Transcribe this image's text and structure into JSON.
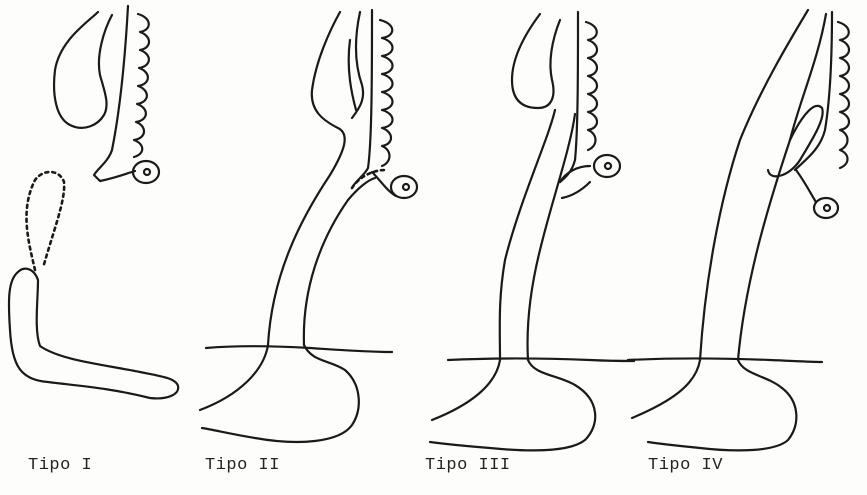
{
  "figure": {
    "panels": [
      {
        "label": "Tipo I"
      },
      {
        "label": "Tipo II"
      },
      {
        "label": "Tipo III"
      },
      {
        "label": "Tipo IV"
      }
    ]
  }
}
